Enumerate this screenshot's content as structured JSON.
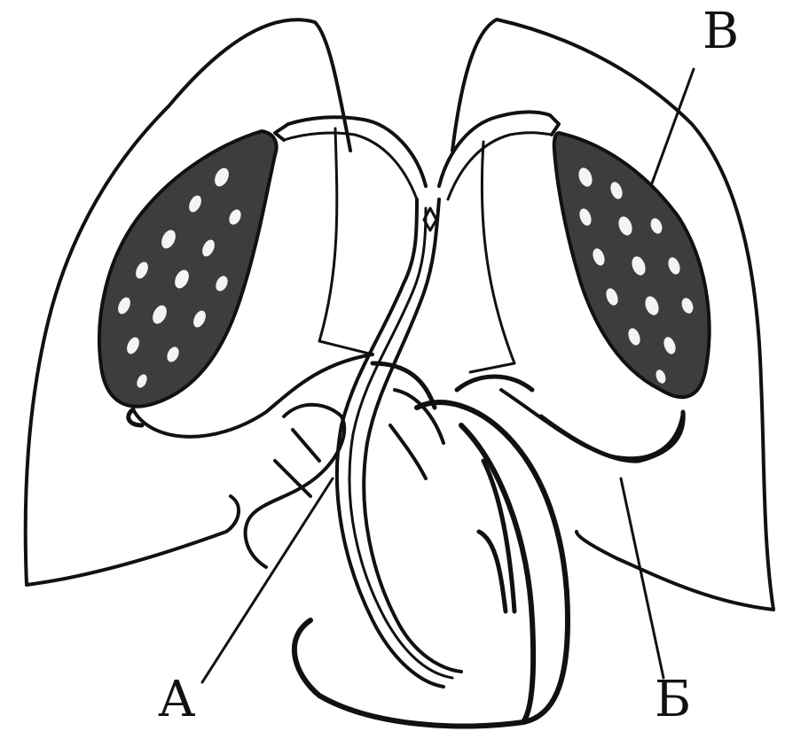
{
  "labels": {
    "a": "А",
    "b": "Б",
    "v": "В"
  },
  "colors": {
    "ink": "#111111",
    "background": "#ffffff",
    "alveoli_fill": "#3d3d3d",
    "alveoli_spots": "#f4f4f4"
  }
}
